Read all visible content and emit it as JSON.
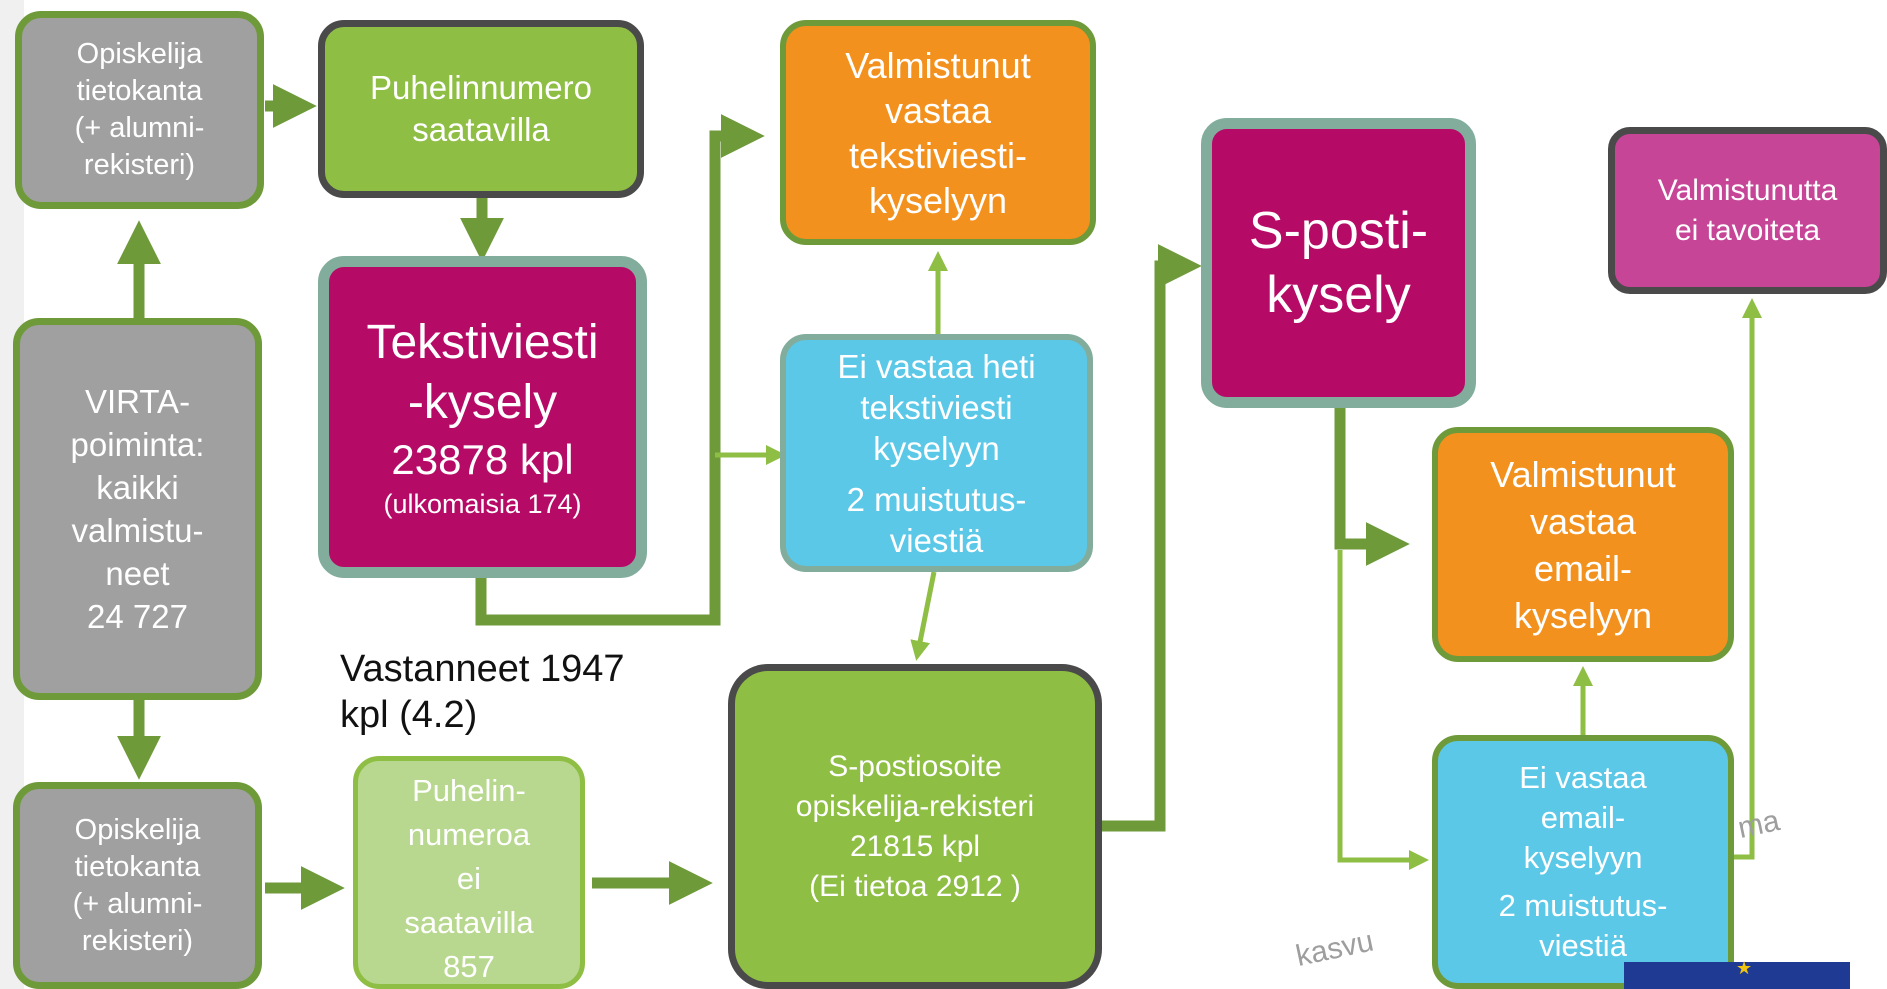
{
  "nodes": {
    "opiskelija_top": [
      "Opiskelija",
      "tietokanta",
      "(+ alumni-",
      "rekisteri)"
    ],
    "puhelinnumero": [
      "Puhelinnumero",
      "saatavilla"
    ],
    "valmistunut_teksti": [
      "Valmistunut",
      "vastaa",
      "tekstiviesti-",
      "kyselyyn"
    ],
    "tekstiviesti": {
      "line1": "Tekstiviesti",
      "line2": "-kysely",
      "count": "23878 kpl",
      "note": "(ulkomaisia 174)"
    },
    "ei_vastaa_heti": [
      "Ei vastaa heti",
      "tekstiviesti",
      "kyselyyn",
      "2 muistutus-",
      "viestiä"
    ],
    "virta": [
      "VIRTA-",
      "poiminta:",
      "kaikki",
      "valmistu-",
      "neet",
      "24 727"
    ],
    "sposti_kysely": [
      "S-posti-",
      "kysely"
    ],
    "valmistunutta_ei": [
      "Valmistunutta",
      "ei tavoiteta"
    ],
    "valmistunut_email": [
      "Valmistunut",
      "vastaa",
      "email-",
      "kyselyyn"
    ],
    "opiskelija_bottom": [
      "Opiskelija",
      "tietokanta",
      "(+ alumni-",
      "rekisteri)"
    ],
    "puhelinnumeroa_ei": [
      "Puhelin-",
      "numeroa",
      "ei",
      "saatavilla",
      "857"
    ],
    "spostiosoite": [
      "S-postiosoite",
      "opiskelija-rekisteri",
      "21815  kpl",
      "(Ei tietoa 2912 )"
    ],
    "ei_vastaa_email": [
      "Ei vastaa",
      "email-",
      "kyselyyn",
      "2 muistutus-",
      "viestiä"
    ]
  },
  "vastanneet": [
    "Vastanneet 1947",
    "kpl (4.2)"
  ],
  "watermark": {
    "text1": "kasvu",
    "text2": "ma"
  },
  "colors": {
    "gray_box": "#a0a0a0",
    "lime_box": "#8fbe45",
    "orange_box": "#f3911e",
    "blue_box": "#5cc8e8",
    "magenta_box": "#b60a67",
    "pink_box": "#c64597",
    "pale_green_box": "#b7d88e",
    "dark_arrow": "#6f9a3a",
    "light_arrow": "#8fbe45"
  }
}
